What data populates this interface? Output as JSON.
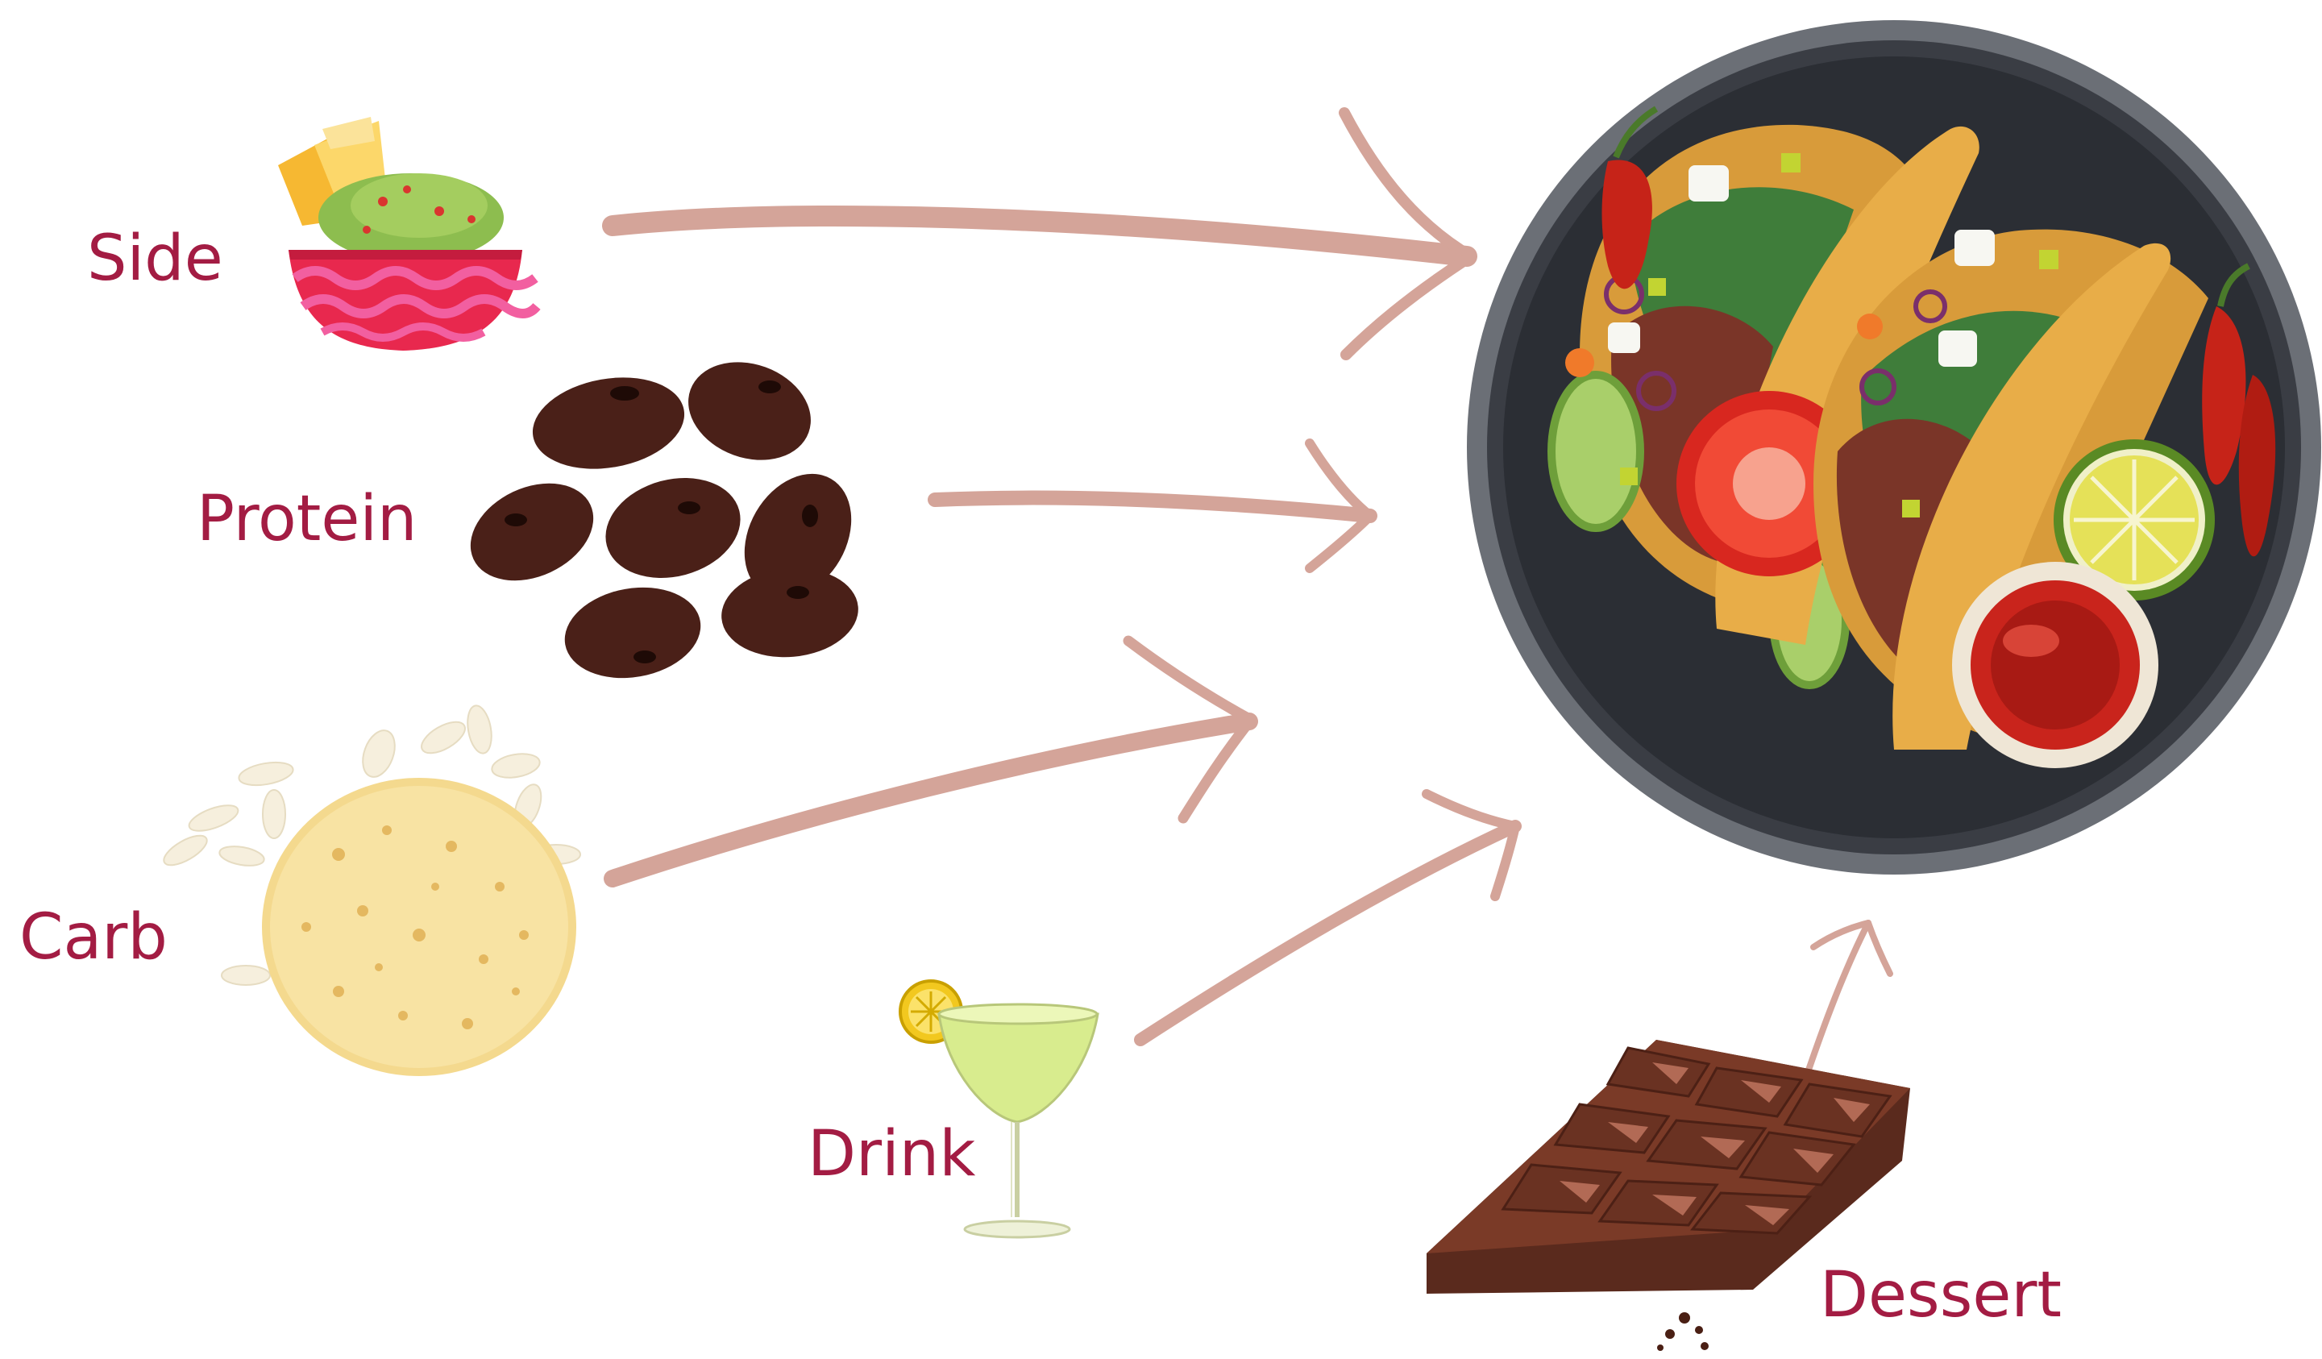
{
  "labels": {
    "side": "Side",
    "protein": "Protein",
    "carb": "Carb",
    "drink": "Drink",
    "dessert": "Dessert"
  },
  "colors": {
    "label": "#a31c43",
    "arrow": "#d4a499",
    "plate_rim": "#6b6f76",
    "plate_center": "#2b2e34"
  },
  "icons": [
    "guacamole-bowl-icon",
    "beans-icon",
    "tortilla-icon",
    "margarita-icon",
    "chocolate-bar-icon",
    "taco-plate-icon"
  ]
}
